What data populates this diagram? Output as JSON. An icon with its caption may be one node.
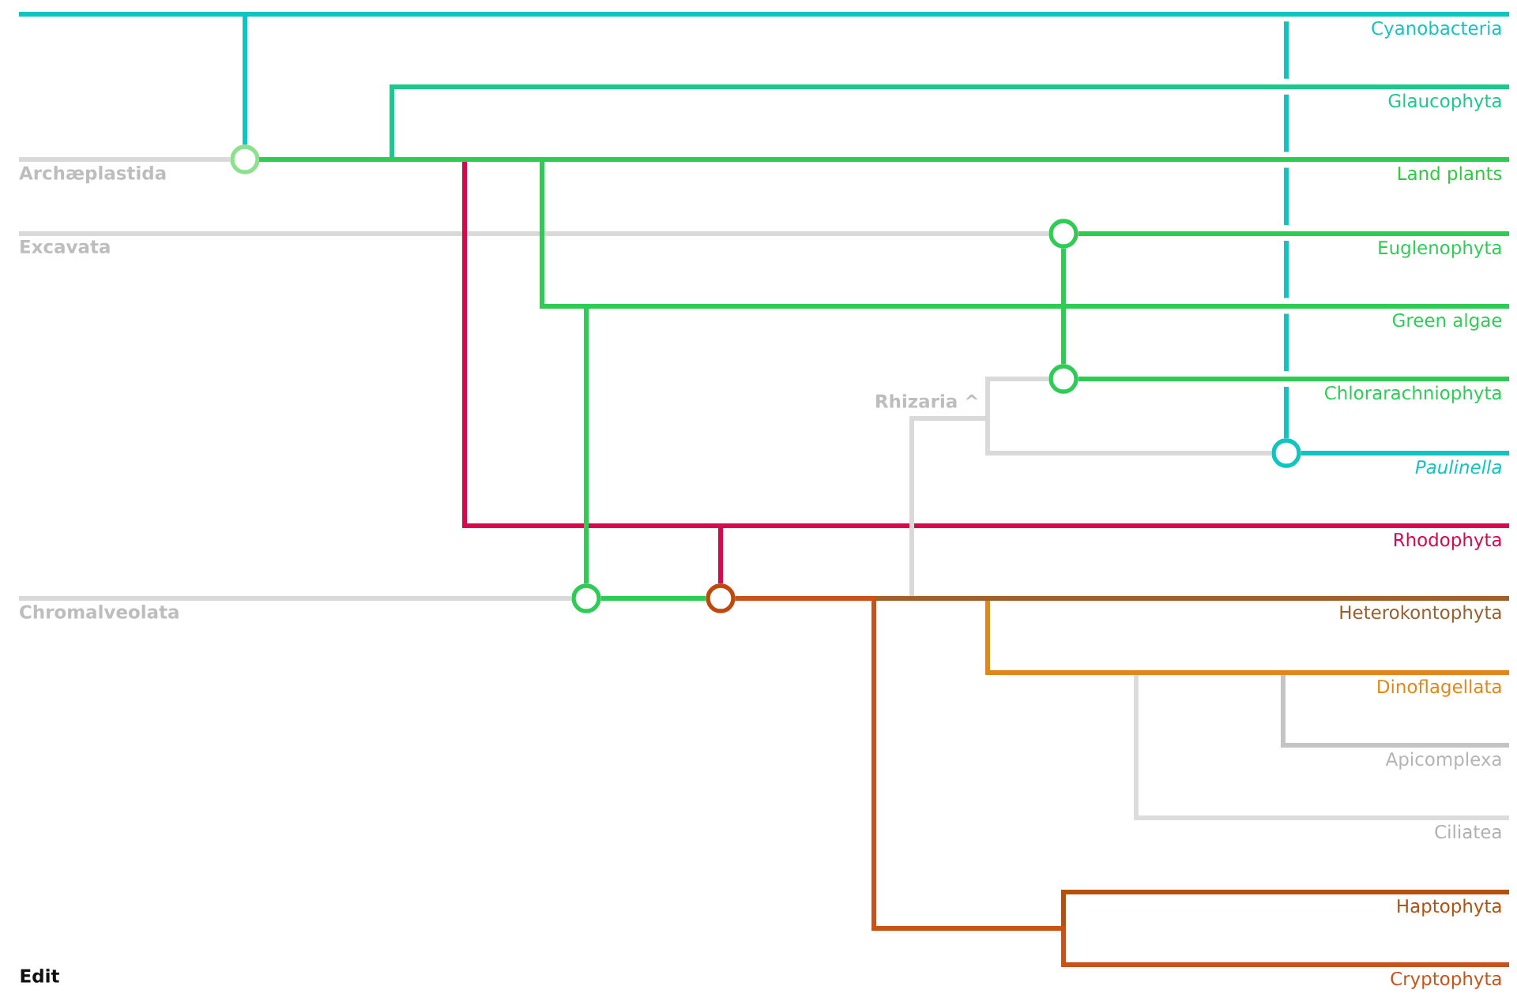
{
  "diagram": {
    "nodes": [
      {
        "text": [
          "Cyanobacteria"
        ]
      },
      {
        "text": [
          "Glaucophyta"
        ]
      },
      {
        "text": [
          "Land plants"
        ]
      },
      {
        "text": [
          "Euglenophyta"
        ]
      },
      {
        "text": [
          "Green algae"
        ]
      },
      {
        "text": [
          "Chlorarachniophyta"
        ]
      },
      {
        "text": [
          "Paulinella"
        ]
      },
      {
        "text": [
          "Rhodophyta"
        ]
      },
      {
        "text": [
          "Heterokontophyta"
        ]
      },
      {
        "text": [
          "Dinoflagellata"
        ]
      },
      {
        "text": [
          "Apicomplexa"
        ]
      },
      {
        "text": [
          "Ciliatea"
        ]
      },
      {
        "text": [
          "Haptophyta"
        ]
      },
      {
        "text": [
          "Cryptophyta"
        ]
      },
      {
        "text": [],
        "shape": "circle"
      },
      {
        "text": [],
        "shape": "circle"
      },
      {
        "text": [],
        "shape": "circle"
      },
      {
        "text": [],
        "shape": "circle"
      },
      {
        "text": [],
        "shape": "circle"
      },
      {
        "text": [],
        "shape": "circle"
      },
      {
        "text": [
          "Archæplastida"
        ]
      },
      {
        "text": [
          "Excavata"
        ]
      },
      {
        "text": [
          "Chromalveolata"
        ]
      }
    ],
    "edges": [
      {
        "from": null,
        "to": 0,
        "arrow": "none",
        "color": "#12c4c0"
      },
      {
        "from": null,
        "to": 14,
        "arrow": "none",
        "color": "#12c4c0"
      },
      {
        "from": null,
        "to": 17,
        "arrow": "none",
        "style": "dashed",
        "color": "#12c4c0"
      },
      {
        "from": 20,
        "to": 14,
        "arrow": "none",
        "color": "#d9d9d9"
      },
      {
        "from": 14,
        "to": 2,
        "arrow": "none"
      },
      {
        "from": 14,
        "to": 1,
        "arrow": "none",
        "color": "#1dc98a"
      },
      {
        "from": 14,
        "to": 7,
        "arrow": "none",
        "color": "#d8084c"
      },
      {
        "from": 14,
        "to": 4,
        "arrow": "none"
      },
      {
        "from": 14,
        "to": 18,
        "arrow": "none"
      },
      {
        "from": 14,
        "to": 15,
        "arrow": "none"
      },
      {
        "from": 14,
        "to": 16,
        "arrow": "none"
      },
      {
        "from": 21,
        "to": 15,
        "arrow": "none",
        "color": "#d9d9d9"
      },
      {
        "from": 15,
        "to": 3,
        "arrow": "none"
      },
      {
        "from": 16,
        "to": 5,
        "arrow": "none"
      },
      {
        "from": 17,
        "to": 6,
        "arrow": "none",
        "color": "#12c4c0"
      },
      {
        "from": 19,
        "to": 16,
        "arrow": "none",
        "color": "#d9d9d9"
      },
      {
        "from": 19,
        "to": 17,
        "arrow": "none",
        "color": "#d9d9d9"
      },
      {
        "from": 22,
        "to": 18,
        "arrow": "none",
        "color": "#d9d9d9"
      },
      {
        "from": 18,
        "to": 19,
        "arrow": "none"
      },
      {
        "from": 14,
        "to": 19,
        "arrow": "none",
        "color": "#d8084c"
      },
      {
        "from": 19,
        "to": 8,
        "arrow": "none",
        "color": "#a0602c"
      },
      {
        "from": 19,
        "to": 9,
        "arrow": "none",
        "color": "#e0861a"
      },
      {
        "from": 19,
        "to": 10,
        "arrow": "none",
        "color": "#c4c4c4"
      },
      {
        "from": 19,
        "to": 11,
        "arrow": "none",
        "color": "#dcdcdc"
      },
      {
        "from": 19,
        "to": 12,
        "arrow": "none",
        "color": "#b5500f"
      },
      {
        "from": 19,
        "to": 13,
        "arrow": "none",
        "color": "#c8521a"
      }
    ],
    "labels": [
      "Rhizaria ^",
      "Edit"
    ]
  }
}
